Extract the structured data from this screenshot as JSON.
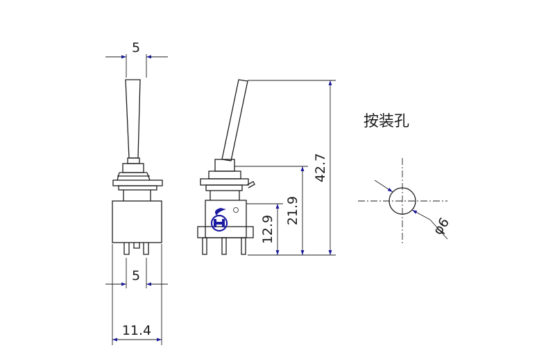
{
  "title": "按装孔",
  "dimensions": {
    "lever_width": "5",
    "pin_spacing": "5",
    "body_width": "11.4",
    "body_height": "12.9",
    "bushing_height": "21.9",
    "total_height": "42.7",
    "hole_diameter": "φ6"
  },
  "colors": {
    "line": "#1a1a1a",
    "arrow": "#1a1a99",
    "logo": "#1a1aa0"
  }
}
